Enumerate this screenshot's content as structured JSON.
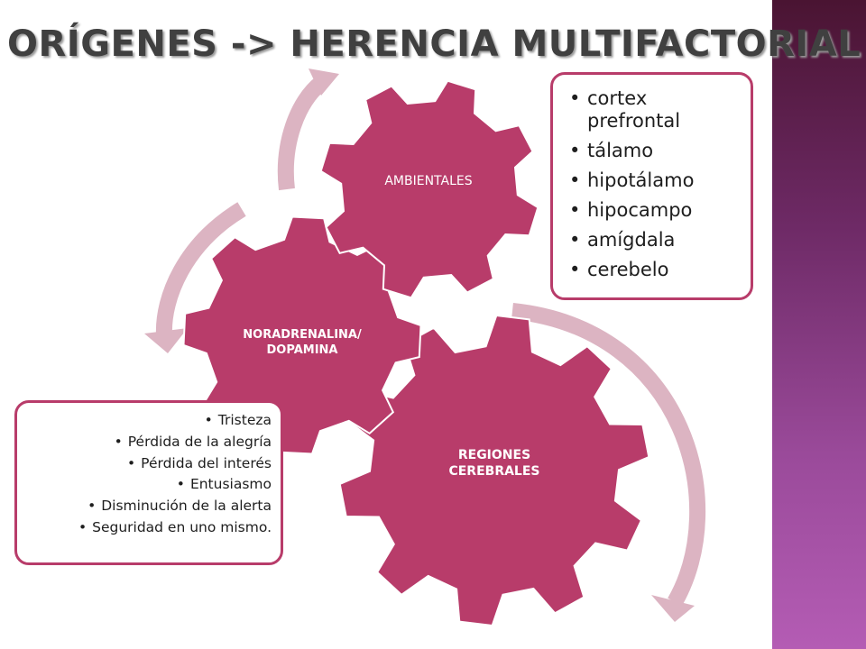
{
  "title": "ORÍGENES -> HERENCIA MULTIFACTORIAL",
  "gears": {
    "ambientales": "AMBIENTALES",
    "noradrenalina_line1": "NORADRENALINA/",
    "noradrenalina_line2": "DOPAMINA",
    "regiones_line1": "REGIONES",
    "regiones_line2": "CEREBRALES"
  },
  "brain_regions": [
    "cortex prefrontal",
    "tálamo",
    "hipotálamo",
    "hipocampo",
    "amígdala",
    "cerebelo"
  ],
  "symptoms": [
    "Tristeza",
    "Pérdida de la alegría",
    "Pérdida del interés",
    "Entusiasmo",
    "Disminución de la alerta",
    "Seguridad en uno mismo."
  ],
  "colors": {
    "gear": "#b83c6a",
    "arrow": "#dcb4c2",
    "callout_border": "#b83c6a",
    "title": "#404040"
  }
}
